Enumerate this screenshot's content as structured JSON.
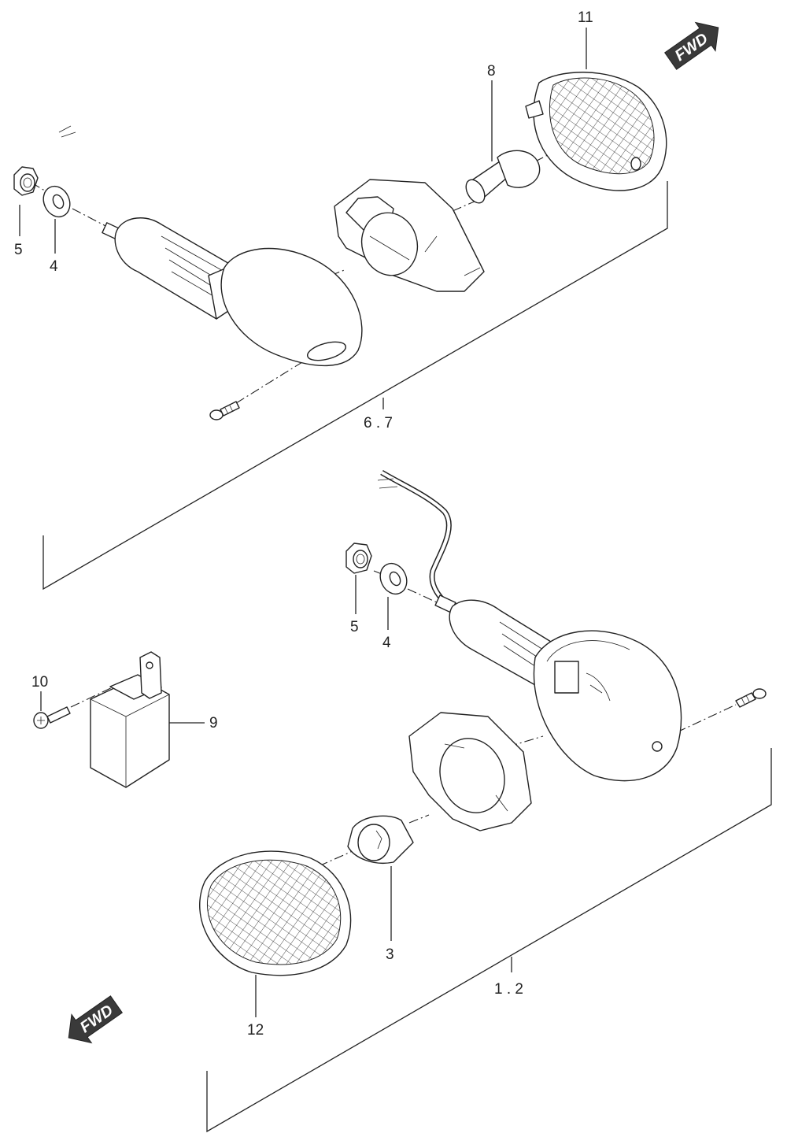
{
  "callouts": {
    "c11": "11",
    "c8": "8",
    "c5_top": "5",
    "c4_top": "4",
    "c67": "6 . 7",
    "c5_bot": "5",
    "c4_bot": "4",
    "c10": "10",
    "c9": "9",
    "c3": "3",
    "c12": "12",
    "c12b": "1 . 2"
  },
  "arrows": {
    "fwd_top": "FWD",
    "fwd_bottom": "FWD"
  },
  "colors": {
    "ink": "#222222",
    "arrow_fill": "#3a3a3a",
    "background": "#ffffff"
  }
}
